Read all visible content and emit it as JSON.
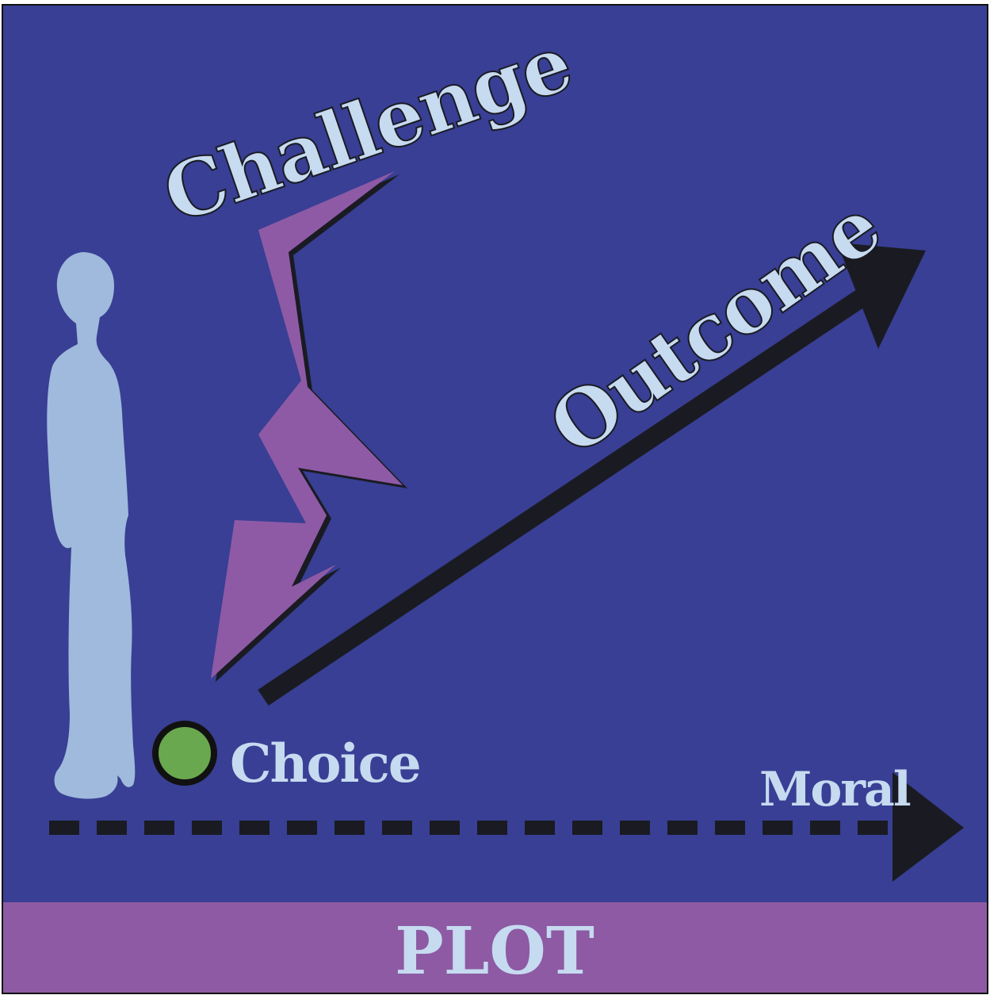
{
  "labels": {
    "challenge": "Challenge",
    "outcome": "Outcome",
    "choice": "Choice",
    "moral": "Moral",
    "plot": "PLOT"
  },
  "colors": {
    "background": "#383f94",
    "footer": "#8d5aa3",
    "text": "#c6daf0",
    "person": "#9fbadc",
    "challenge_arrow": "#8e5aa6",
    "arrow_dark": "#1a1b22",
    "choice_dot": "#6aa84f",
    "border": "#111111"
  },
  "icons": {
    "person": "standing-person-silhouette-icon",
    "choice": "circle-dot-icon"
  }
}
